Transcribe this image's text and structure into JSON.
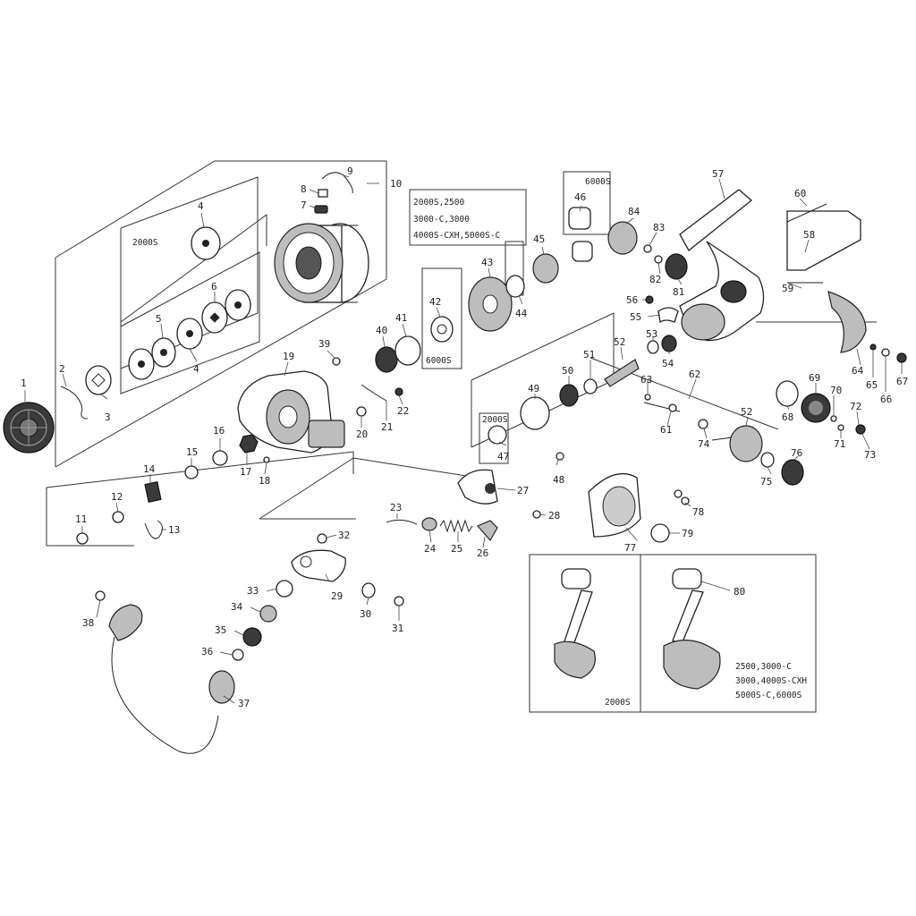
{
  "part_numbers": [
    "1",
    "2",
    "3",
    "4",
    "5",
    "6",
    "7",
    "8",
    "9",
    "10",
    "11",
    "12",
    "13",
    "14",
    "15",
    "16",
    "17",
    "18",
    "19",
    "20",
    "21",
    "22",
    "23",
    "24",
    "25",
    "26",
    "27",
    "28",
    "29",
    "30",
    "31",
    "32",
    "33",
    "34",
    "35",
    "36",
    "37",
    "38",
    "39",
    "40",
    "41",
    "42",
    "43",
    "44",
    "45",
    "46",
    "47",
    "48",
    "49",
    "50",
    "51",
    "52",
    "53",
    "54",
    "55",
    "56",
    "57",
    "58",
    "59",
    "60",
    "61",
    "62",
    "63",
    "64",
    "65",
    "66",
    "67",
    "68",
    "69",
    "70",
    "71",
    "72",
    "73",
    "74",
    "75",
    "76",
    "77",
    "78",
    "79",
    "80",
    "81",
    "82",
    "83",
    "84"
  ],
  "variant_notes": {
    "spool_shim_2000s": "2000S",
    "spool_group": [
      "2000S,2500",
      "3000-C,3000",
      "4000S-CXH,5000S-C"
    ],
    "part_46_variant": "6000S",
    "part_42_variant": "6000S",
    "part_47_variant": "2000S",
    "handle_2000s": "2000S",
    "handle_other": [
      "2500,3000-C",
      "3000,4000S-CXH",
      "5000S-C,6000S"
    ]
  }
}
